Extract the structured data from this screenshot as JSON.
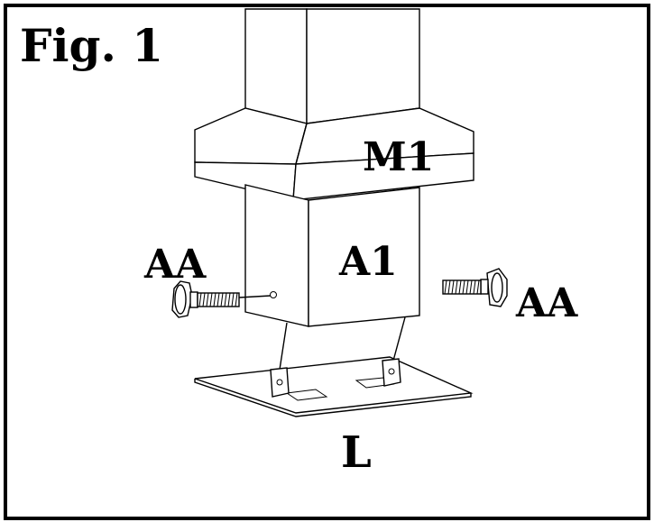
{
  "figure": {
    "title": "Fig. 1",
    "labels": {
      "post_cap": "M1",
      "post_sleeve": "A1",
      "screw_left": "AA",
      "screw_right": "AA",
      "base_plate": "L"
    }
  }
}
